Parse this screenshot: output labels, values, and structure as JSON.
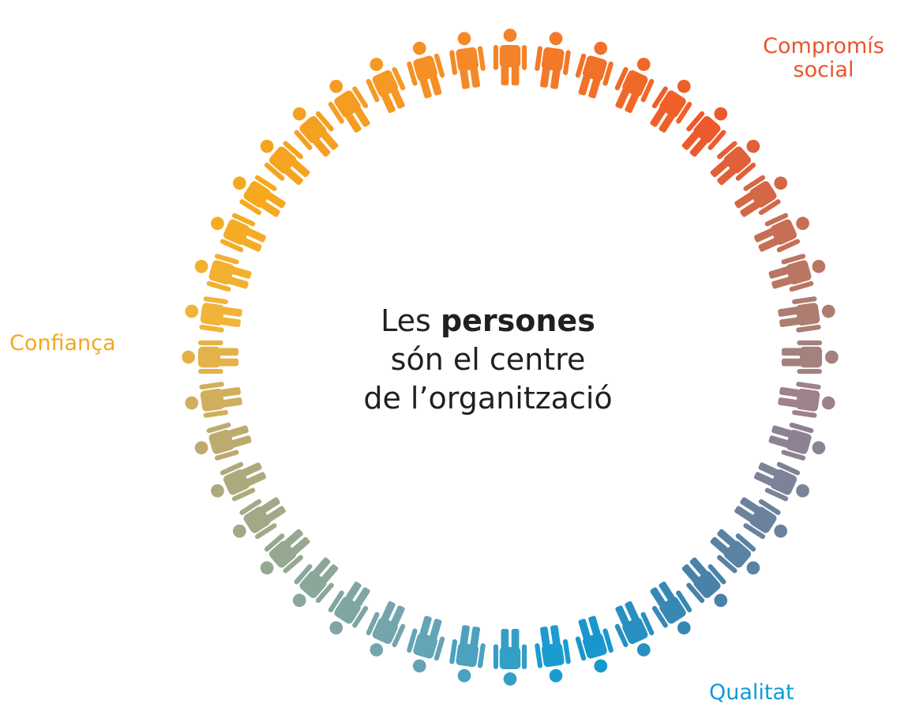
{
  "labels": {
    "compromis_line1": "Compromís",
    "compromis_line2": "social",
    "confianca": "Confiança",
    "qualitat": "Qualitat"
  },
  "center": {
    "line1_plain": "Les",
    "line1_bold": "persones",
    "line2": "són el centre",
    "line3": "de l’organització"
  },
  "colors": {
    "compromis": "#e8552d",
    "confianca": "#f4a81d",
    "qualitat": "#0f9bd6",
    "center_text": "#231f20"
  },
  "figures": {
    "count": 44,
    "icon": "person-icon"
  }
}
